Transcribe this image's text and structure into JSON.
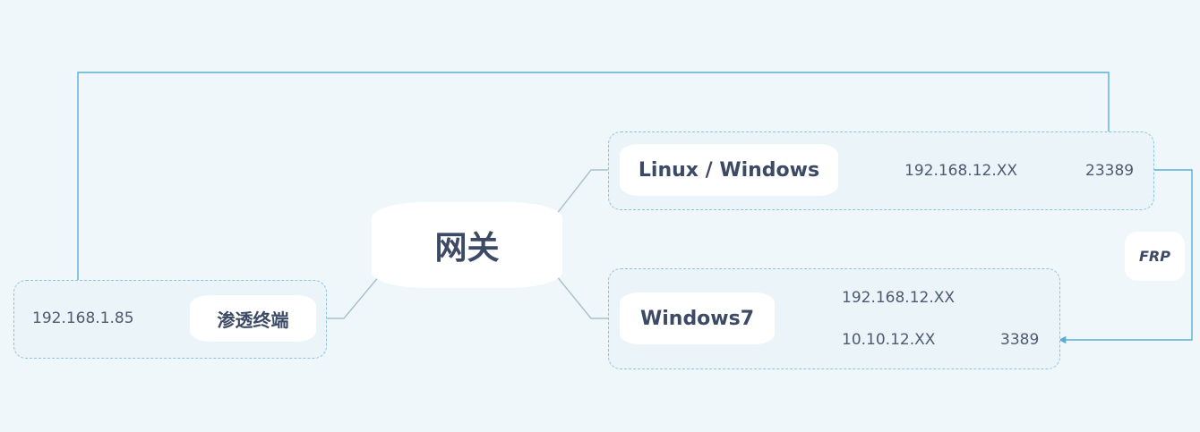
{
  "hub": {
    "label": "网关"
  },
  "terminal": {
    "label": "渗透终端",
    "ip": "192.168.1.85"
  },
  "host_a": {
    "label": "Linux / Windows",
    "ip": "192.168.12.XX",
    "port": "23389"
  },
  "host_b": {
    "label": "Windows7",
    "ip_internal": "192.168.12.XX",
    "ip_external": "10.10.12.XX",
    "port": "3389"
  },
  "tunnel": {
    "label": "FRP"
  },
  "colors": {
    "background": "#eff7fa",
    "group_border": "#8cc4e0",
    "branch_line": "#a8c0cc",
    "link_line": "#5aaed6",
    "text": "#3c4a66"
  }
}
